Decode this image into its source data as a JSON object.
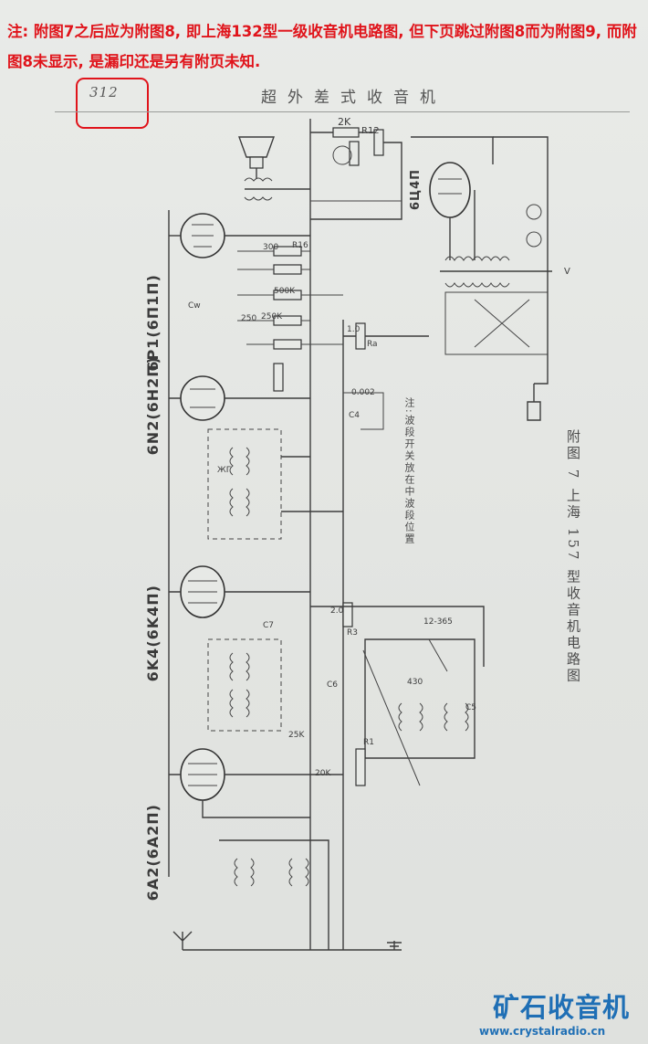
{
  "note": "注: 附图7之后应为附图8, 即上海132型一级收音机电路图, 但下页跳过附图8而为附图9, 而附图8未显示, 是漏印还是另有附页未知.",
  "page_number": "312",
  "header_title": "超外差式收音机",
  "figure_caption": "附图 7   上海 157 型收音机电路图",
  "side_note": "注:波段开关放在中波段位置",
  "tubes": {
    "output": "6P1(6П1П)",
    "if_amp": "6N2(6H2П)",
    "mixer": "6K4(6K4П)",
    "converter": "6A2(6A2П)",
    "rectifier": "6Ц4П"
  },
  "component_labels": {
    "r_2k": "2K",
    "r12": "R12",
    "r16": "R16",
    "r300": "300",
    "r250": "250K",
    "r500k": "500K",
    "r_10": "1.0",
    "r_20": "2.0",
    "r_20k": "20K",
    "r_25k": "25K",
    "c250": "250",
    "c_002": "0.002",
    "c_430": "430",
    "c_10_365": "12-365",
    "r_ra": "Ra",
    "r_r1": "R1",
    "r_r3": "R3",
    "c_cw": "Cw",
    "c_c4": "C4",
    "c_c5": "C5",
    "c_c6": "C6",
    "c_c7": "C7",
    "v_mark": "V",
    "lf_mark": "ЖГ"
  },
  "watermark": {
    "brand": "矿石收音机",
    "url": "www.crystalradio.cn"
  }
}
